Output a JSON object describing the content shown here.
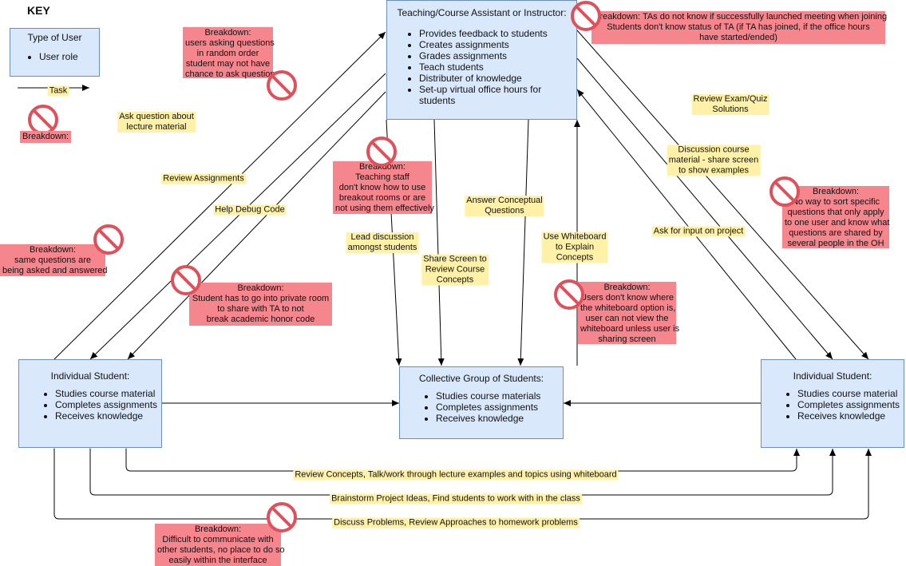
{
  "key": {
    "title": "KEY",
    "user_type_title": "Type of User",
    "user_role": "User role",
    "task_label": "Task",
    "breakdown_label": "Breakdown:"
  },
  "nodes": {
    "teacher": {
      "title": "Teaching/Course Assistant or Instructor:",
      "items": [
        "Provides feedback to students",
        "Creates assignments",
        "Grades assignments",
        "Teach students",
        "Distributer of knowledge",
        "Set-up virtual office hours for students"
      ]
    },
    "student_left": {
      "title": "Individual Student:",
      "items": [
        "Studies course material",
        "Completes assignments",
        "Receives knowledge"
      ]
    },
    "group": {
      "title": "Collective Group of Students:",
      "items": [
        "Studies course materials",
        "Completes assignments",
        "Receives knowledge"
      ]
    },
    "student_right": {
      "title": "Individual Student:",
      "items": [
        "Studies course material",
        "Completes assignments",
        "Receives knowledge"
      ]
    }
  },
  "tasks": {
    "ask_lecture": "Ask question about\nlecture material",
    "review_assignments": "Review Assignments",
    "help_debug": "Help Debug Code",
    "lead_discussion": "Lead discussion\namongst students",
    "share_screen": "Share Screen to\nReview Course\nConcepts",
    "answer_conceptual": "Answer Conceptual\nQuestions",
    "whiteboard": "Use Whiteboard\nto Explain\nConcepts",
    "ask_project": "Ask for input on project",
    "discussion_share": "Discussion course\nmaterial - share screen\nto show examples",
    "review_exam": "Review Exam/Quiz\nSolutions",
    "review_concepts": "Review Concepts, Talk/work through lecture examples and topics using whiteboard",
    "brainstorm": "Brainstorm Project Ideas, Find students to work with in the class",
    "discuss_problems": "Discuss Problems, Review Approaches to homework problems"
  },
  "breakdowns": {
    "random_order": "Breakdown:\nusers asking questions\nin random order\nstudent may not have\nchance to ask question",
    "launch_meeting": "Breakdown: TAs do not know if successfully launched meeting when joining\nStudents don't know status of TA (if TA has joined, if the office hours\nhave started/ended)",
    "breakout_rooms": "Breakdown:\nTeaching staff\ndon't know how to use\nbreakout rooms or are\nnot using them effectively",
    "same_questions": "Breakdown:\nsame questions are\nbeing asked and answered",
    "private_room": "Breakdown:\nStudent has to go into private room\nto share with TA to not\nbreak academic honor code",
    "whiteboard_option": "Breakdown:\nUsers don't know where\nthe whiteboard option is,\nuser can not view the\nwhiteboard unless user is\nsharing screen",
    "sort_questions": "Breakdown:\nNo way to sort specific\nquestions that only apply\nto one user and know what\nquestions are shared by\nseveral people in the OH",
    "communicate": "Breakdown:\nDifficult to communicate with\nother students, no place to do so\neasily within the interface"
  },
  "colors": {
    "node_fill": "#dae8fc",
    "node_stroke": "#6c8ebf",
    "task_fill": "#fff2a8",
    "breakdown_fill": "#f6868d",
    "no_sign": "#e0505a"
  },
  "icons": {
    "breakdown": "no-entry-sign-icon"
  }
}
